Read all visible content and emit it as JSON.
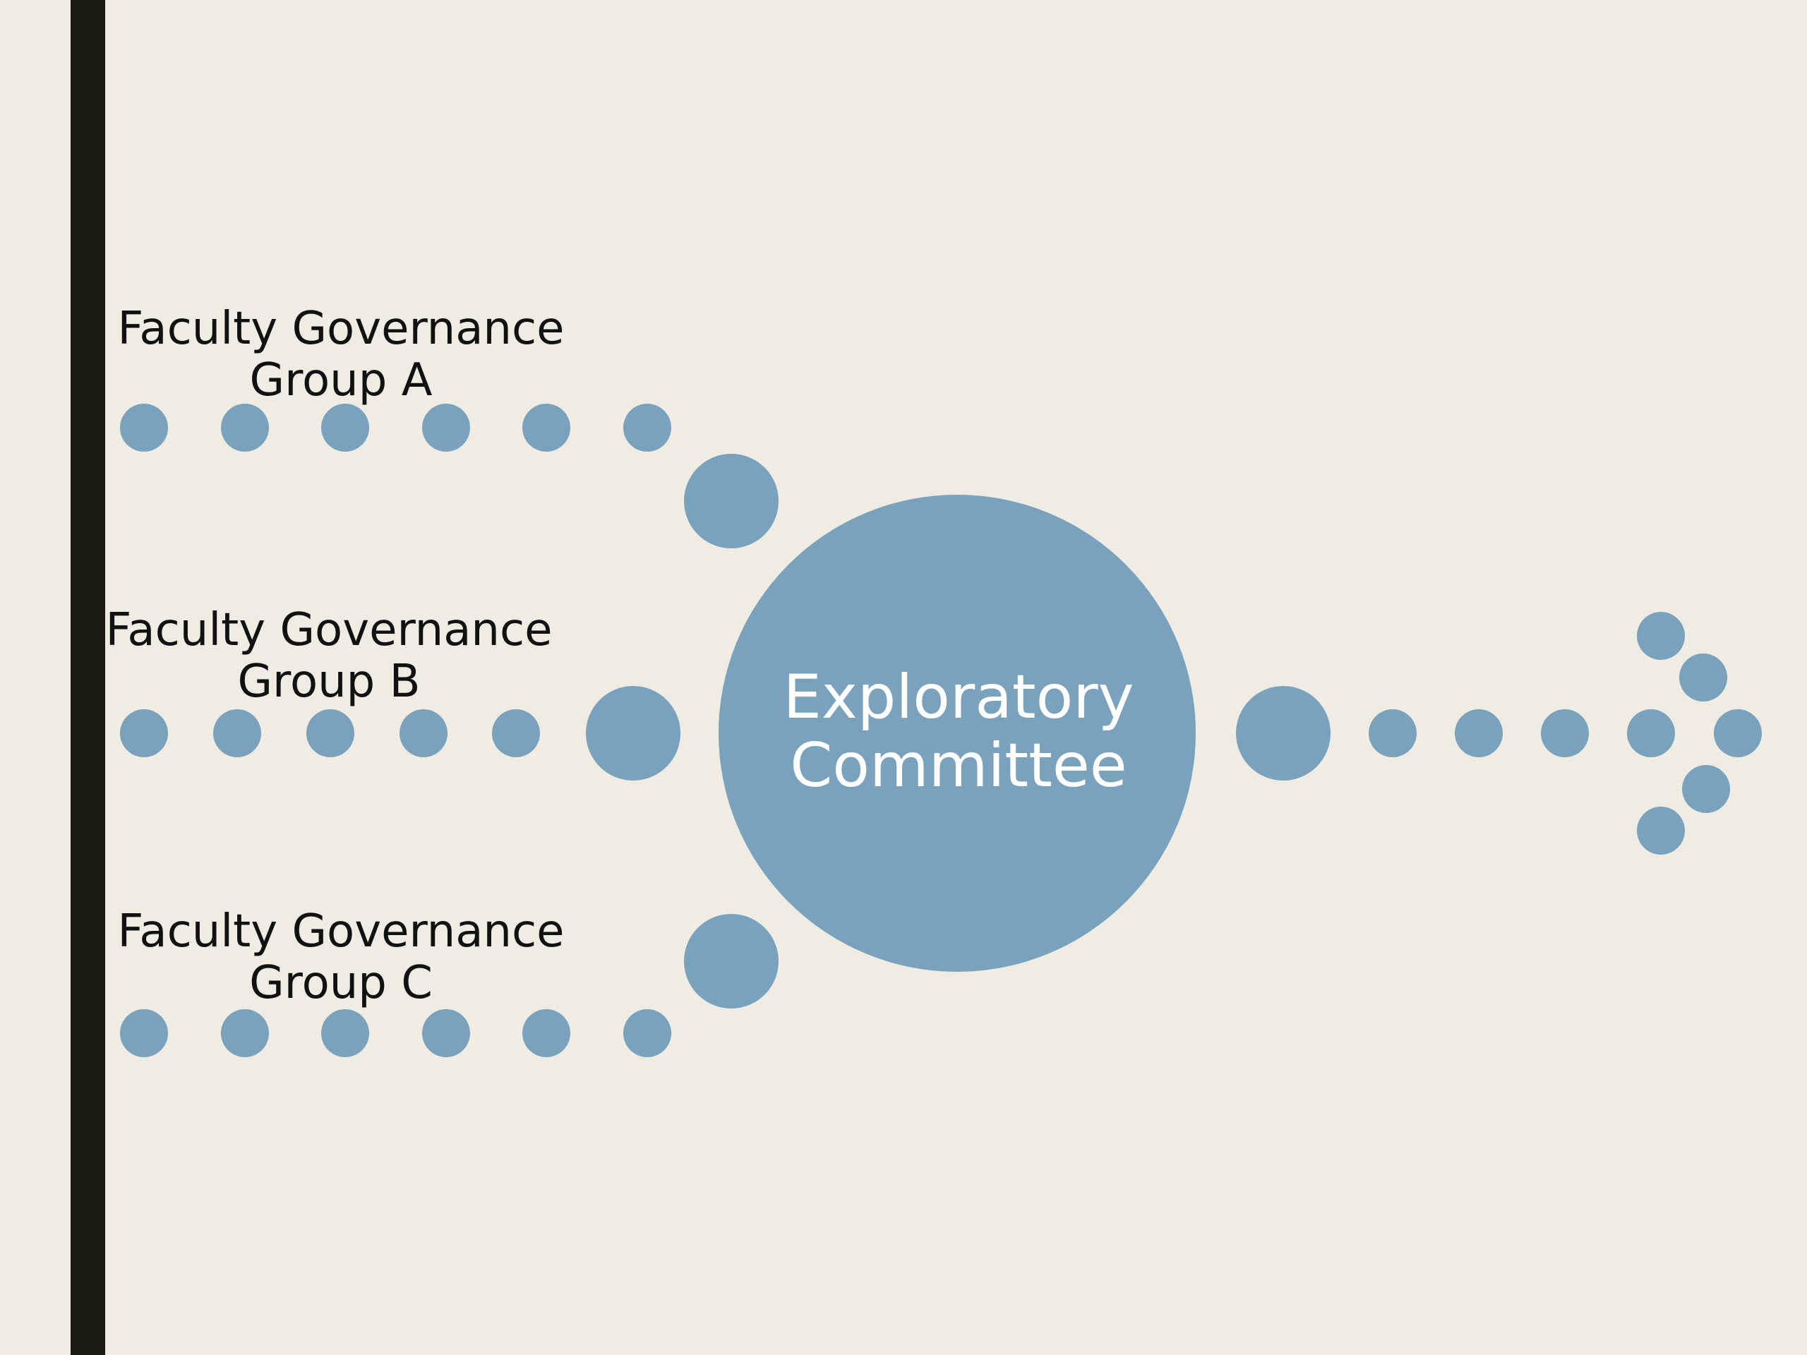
{
  "colors": {
    "background": "#EFECE4",
    "left_bar": "#1B1A10",
    "dot": "#7AA2BC",
    "label_text": "#111111",
    "center_text": "#FFFFFF"
  },
  "groups": [
    {
      "line1": "Faculty Governance",
      "line2": "Group A"
    },
    {
      "line1": "Faculty Governance",
      "line2": "Group B"
    },
    {
      "line1": "Faculty Governance",
      "line2": "Group C"
    }
  ],
  "center": {
    "line1": "Exploratory",
    "line2": "Committee"
  }
}
